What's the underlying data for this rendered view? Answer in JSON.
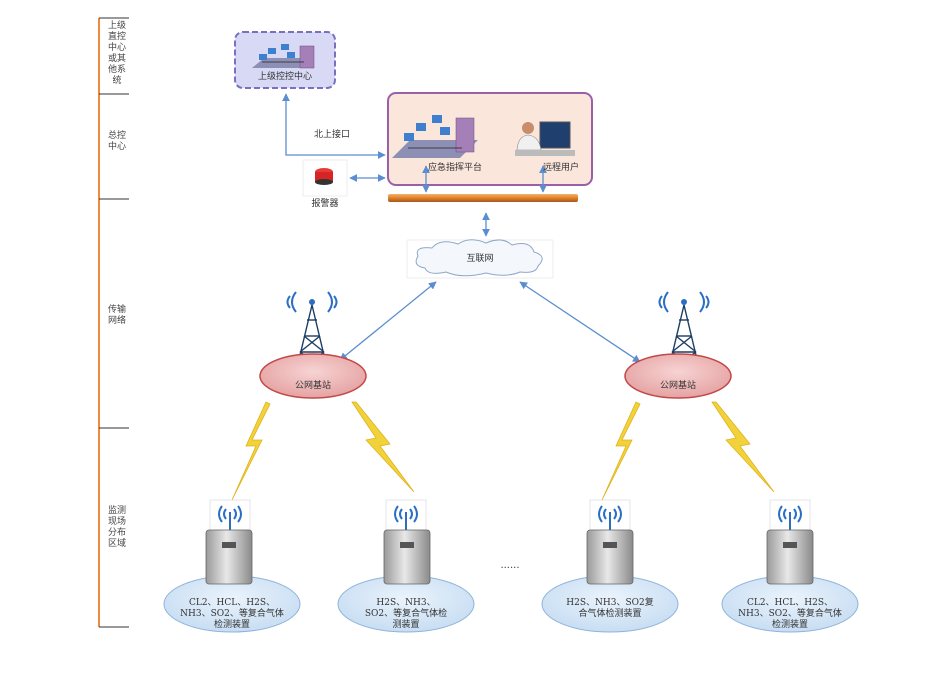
{
  "layers": [
    {
      "label": "上级直控中心或其他系统"
    },
    {
      "label": "总控中心"
    },
    {
      "label": "传输网络"
    },
    {
      "label": "监测现场分布区域"
    }
  ],
  "nodes": {
    "upper_center": "上级控控中心",
    "northbound": "北上接口",
    "platform": "应急指挥平台",
    "remote_user": "远程用户",
    "alarm": "报警器",
    "internet": "互联网",
    "base_left": "公网基站",
    "base_right": "公网基站",
    "ellipsis": "......"
  },
  "devices": [
    {
      "label": "CL2、HCL、H2S、NH3、SO2、等复合气体检测装置"
    },
    {
      "label": "H2S、NH3、SO2、等复合气体检测装置"
    },
    {
      "label": "H2S、NH3、SO2复合气体检测装置"
    },
    {
      "label": "CL2、HCL、H2S、NH3、SO2、等复合气体检测装置"
    }
  ],
  "colors": {
    "sidebar": "#f08a3c",
    "link": "#5b8ed0",
    "upper_box_bg": "#d7d9f5",
    "upper_box_border": "#7a6fc2",
    "control_box_bg": "#fbe6dc",
    "control_box_border": "#9b5fa8",
    "bus": "#e0812c",
    "base_fill": "#e9a8a8",
    "base_border": "#c34848",
    "device_zone": "#cfe3f5",
    "lightning": "#f2d23a"
  }
}
